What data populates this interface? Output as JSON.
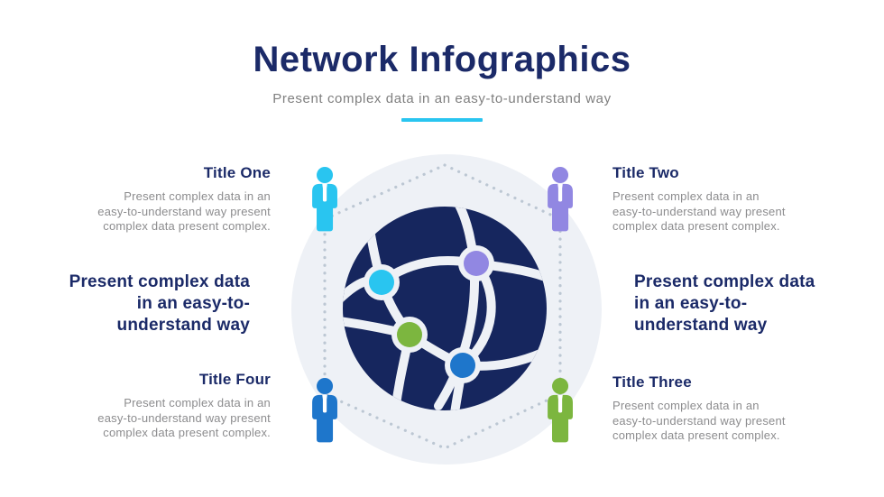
{
  "header": {
    "title": "Network Infographics",
    "subtitle": "Present complex data in an easy-to-understand way"
  },
  "blocks": {
    "one": {
      "title": "Title One",
      "lines": [
        "Present complex data in an",
        "easy-to-understand way present",
        "complex data present complex."
      ]
    },
    "two": {
      "title": "Title Two",
      "lines": [
        "Present complex data in an",
        "easy-to-understand way present",
        "complex data present complex."
      ]
    },
    "three": {
      "title": "Title Three",
      "lines": [
        "Present complex data in an",
        "easy-to-understand way present",
        "complex data present complex."
      ]
    },
    "four": {
      "title": "Title Four",
      "lines": [
        "Present complex data in an",
        "easy-to-understand way present",
        "complex data present complex."
      ]
    }
  },
  "callouts": {
    "left": {
      "lines": [
        "Present complex data",
        "in an easy-to-",
        "understand way"
      ]
    },
    "right": {
      "lines": [
        "Present complex data",
        "in an easy-to-",
        "understand way"
      ]
    }
  },
  "colors": {
    "accent_cyan": "#29C5F0",
    "heading_navy": "#1B2A68",
    "body_gray": "#8C8C8E",
    "globe_navy": "#16265E",
    "circle_bg": "#EEF1F6",
    "line_light": "#EEF1F6",
    "dotted_line": "#BCC7D3",
    "node_cyan": "#29C5F0",
    "node_purple": "#9187E2",
    "node_green": "#7CB63F",
    "node_blue": "#1E76CB",
    "person_top_left": "#29C5F0",
    "person_top_right": "#9187E2",
    "person_bottom_left": "#1E76CB",
    "person_bottom_right": "#7CB63F"
  },
  "icons": {
    "globe": "globe-network-icon",
    "person": "person-icon"
  }
}
